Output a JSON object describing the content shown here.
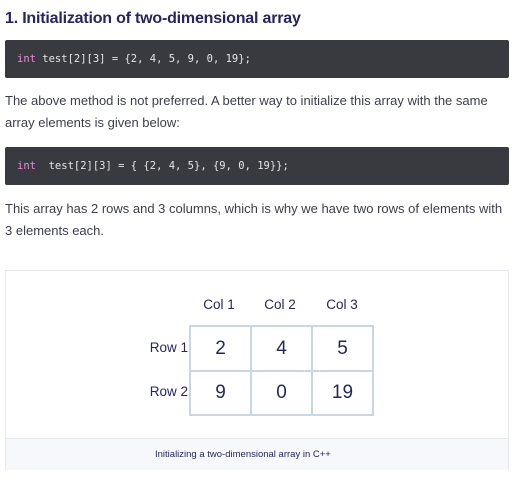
{
  "heading": "1. Initialization of two-dimensional array",
  "code1": {
    "keyword": "int",
    "rest": " test[2][3] = {2, 4, 5, 9, 0, 19};"
  },
  "para1": "The above method is not preferred. A better way to initialize this array with the same array elements is given below:",
  "code2": {
    "keyword": "int",
    "rest": "  test[2][3] = { {2, 4, 5}, {9, 0, 19}};"
  },
  "para2": "This array has 2 rows and 3 columns, which is why we have two rows of elements with 3 elements each.",
  "figure": {
    "columns": [
      "Col 1",
      "Col 2",
      "Col 3"
    ],
    "rows": [
      "Row 1",
      "Row 2"
    ],
    "values": [
      [
        "2",
        "4",
        "5"
      ],
      [
        "9",
        "0",
        "19"
      ]
    ],
    "caption": "Initializing a two-dimensional array in C++"
  },
  "colors": {
    "code_bg": "#383a3f",
    "keyword": "#e48ed6",
    "text_dark": "#25265e",
    "grid_border": "#c9d6e3"
  }
}
